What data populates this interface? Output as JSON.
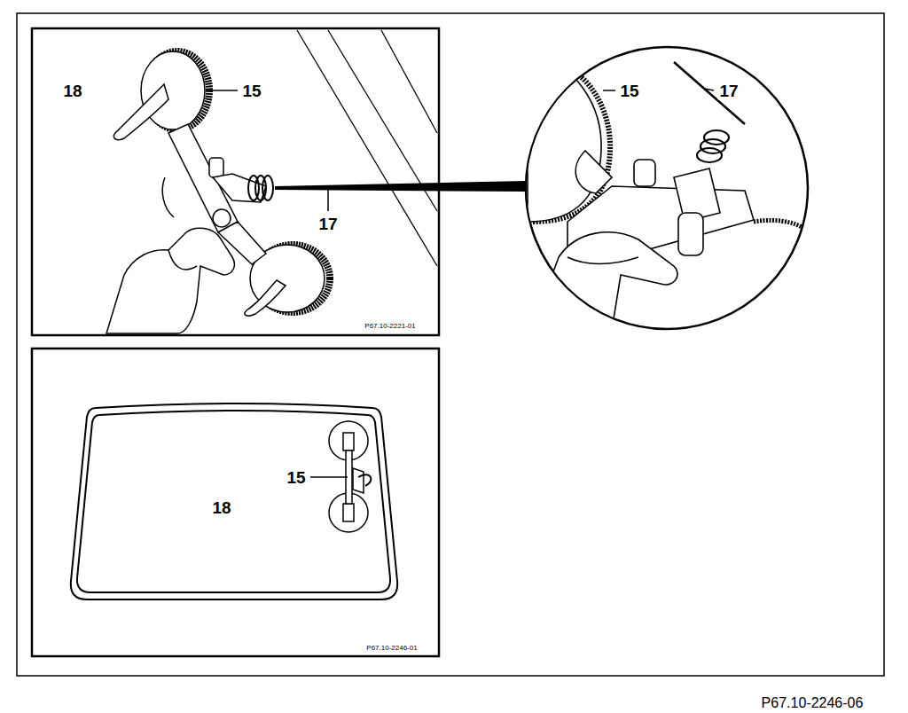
{
  "diagram": {
    "labels": [
      "18",
      "15",
      "17",
      "P67.10-2221-01",
      "15",
      "17",
      "18",
      "15",
      "P67.10-2246-01",
      "P67.10-2246-06"
    ]
  }
}
